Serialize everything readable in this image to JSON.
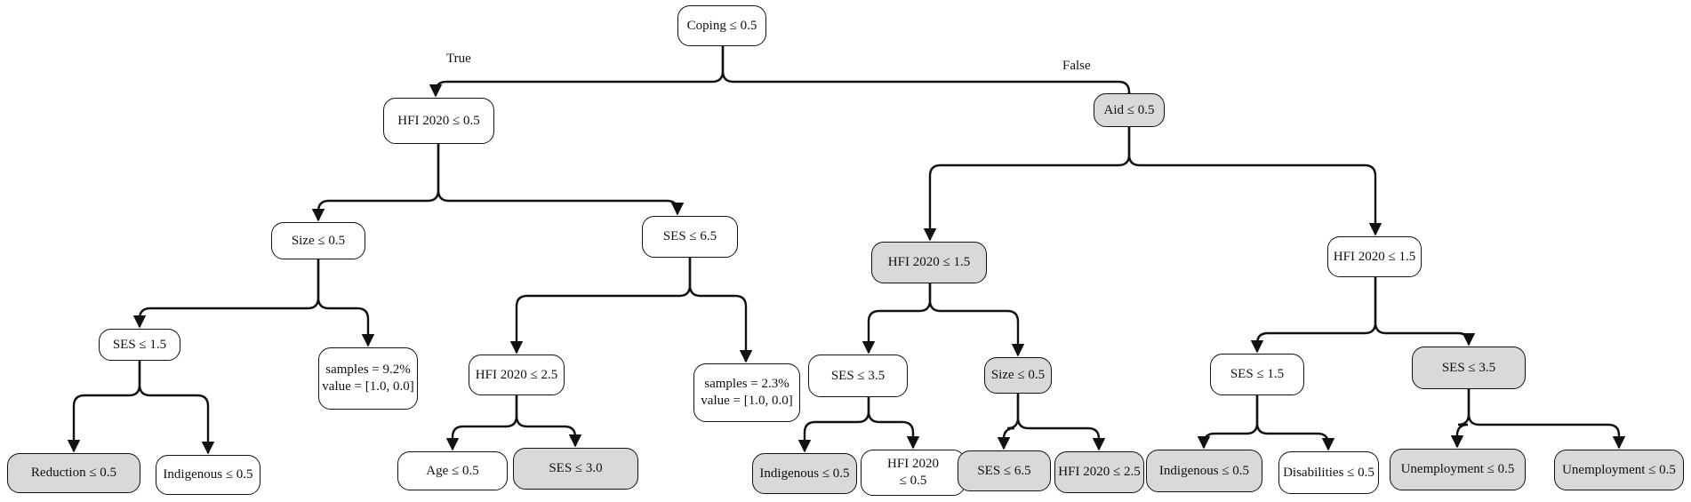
{
  "branch_labels": {
    "true": "True",
    "false": "False"
  },
  "nodes": {
    "root": "Coping ≤ 0.5",
    "hfi_a": "HFI  2020 ≤ 0.5",
    "aid": "Aid ≤ 0.5",
    "size_a": "Size ≤ 0.5",
    "ses_65": "SES ≤  6.5",
    "hfi_15_a": "HFI 2020 ≤ 1.5",
    "hfi_15_b": "HFI 2020 ≤  1.5",
    "ses_15_a": "SES ≤ 1.5",
    "leaf_92": {
      "line1": "samples = 9.2%",
      "line2": "value = [1.0, 0.0]"
    },
    "hfi_25": "HFI  2020 ≤ 2.5",
    "leaf_23": {
      "line1": "samples = 2.3%",
      "line2": "value = [1.0, 0.0]"
    },
    "ses_35_a": "SES ≤ 3.5",
    "size_b": "Size ≤ 0.5",
    "ses_15_b": "SES ≤ 1.5",
    "ses_35_b": "SES ≤ 3.5",
    "reduction": "Reduction ≤ 0.5",
    "indigenous_a": "Indigenous ≤ 0.5",
    "age": "Age ≤ 0.5",
    "ses_30": "SES ≤  3.0",
    "indigenous_b": "Indigenous ≤ 0.5",
    "hfi_2020_05": {
      "line1": "HFI 2020",
      "line2": "≤ 0.5"
    },
    "ses_65_b": "SES ≤ 6.5",
    "hfi_25_b": "HFI  2020 ≤ 2.5",
    "indigenous_c": "Indigenous ≤ 0.5",
    "disabilities": "Disabilities ≤ 0.5",
    "unemployment_a": "Unemployment ≤ 0.5",
    "unemployment_b": "Unemployment ≤ 0.5"
  },
  "colors": {
    "shaded": "#d9d9d9",
    "stroke": "#111111"
  }
}
